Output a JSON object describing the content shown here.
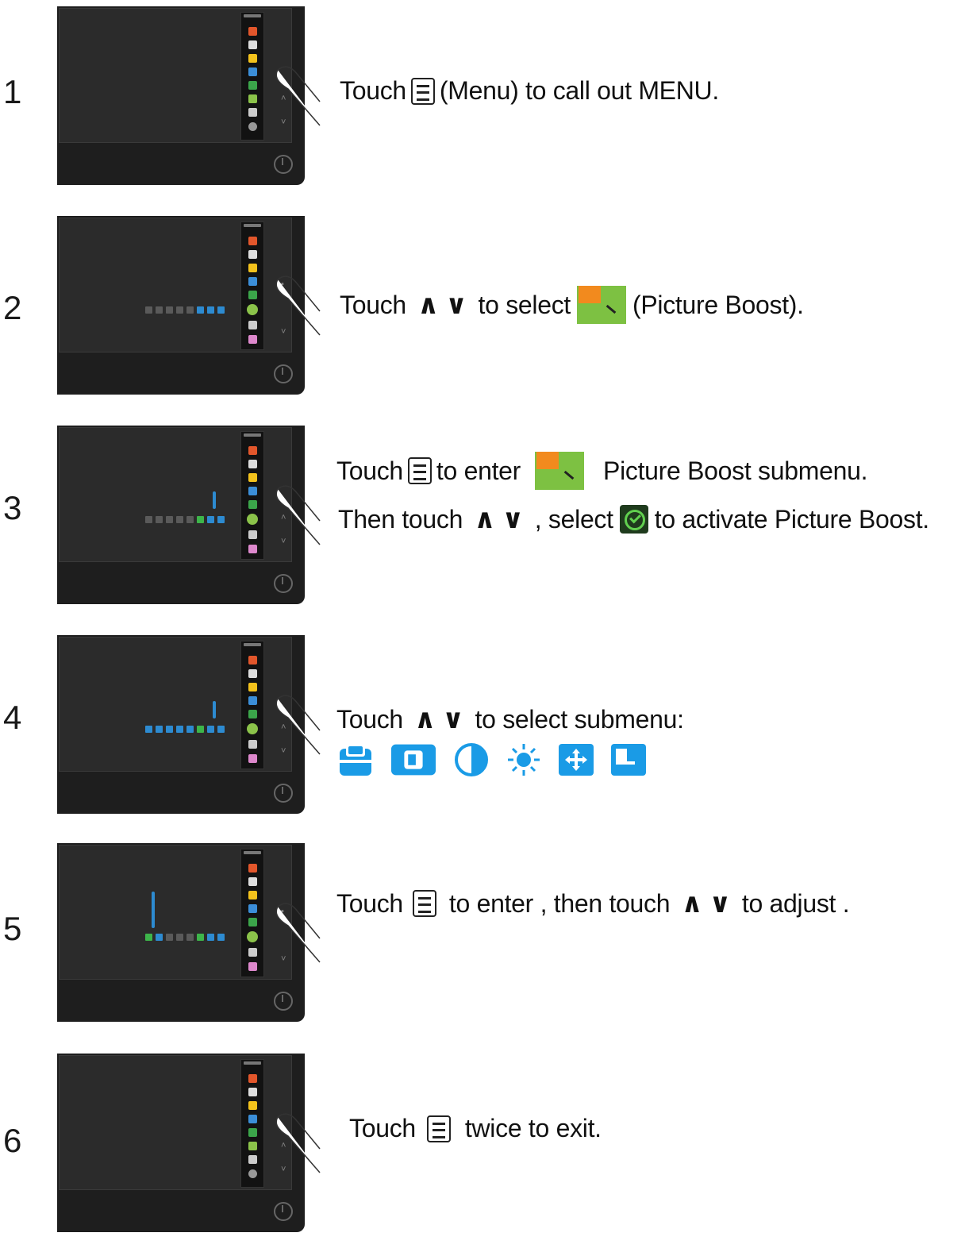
{
  "steps": [
    {
      "num": "1",
      "parts": {
        "a": "Touch",
        "b": "(Menu) to  call out MENU."
      }
    },
    {
      "num": "2",
      "parts": {
        "a": "Touch",
        "up": "∧",
        "down": "∨",
        "b": "to select",
        "c": "(Picture Boost)."
      }
    },
    {
      "num": "3",
      "line1": {
        "a": "Touch",
        "b": "to enter",
        "c": "Picture Boost  submenu."
      },
      "line2": {
        "a": "Then touch",
        "up": "∧",
        "down": "∨",
        "b": ", select",
        "c": "to activate Picture Boost."
      }
    },
    {
      "num": "4",
      "parts": {
        "a": "Touch",
        "up": "∧",
        "down": "∨",
        "b": "to select submenu:"
      },
      "submenu_icons": [
        "frame-size-icon",
        "h-position-icon",
        "contrast-icon",
        "brightness-icon",
        "move-icon",
        "v-position-icon"
      ]
    },
    {
      "num": "5",
      "parts": {
        "a": "Touch",
        "b": "to enter ,  then touch",
        "up": "∧",
        "down": "∨",
        "c": "to  adjust ."
      }
    },
    {
      "num": "6",
      "parts": {
        "a": "Touch",
        "b": "twice to exit."
      }
    }
  ],
  "colors": {
    "accent_blue": "#1a9be6",
    "boost_green": "#7dc142",
    "boost_orange": "#f28a1e",
    "check_green": "#61d04f"
  }
}
